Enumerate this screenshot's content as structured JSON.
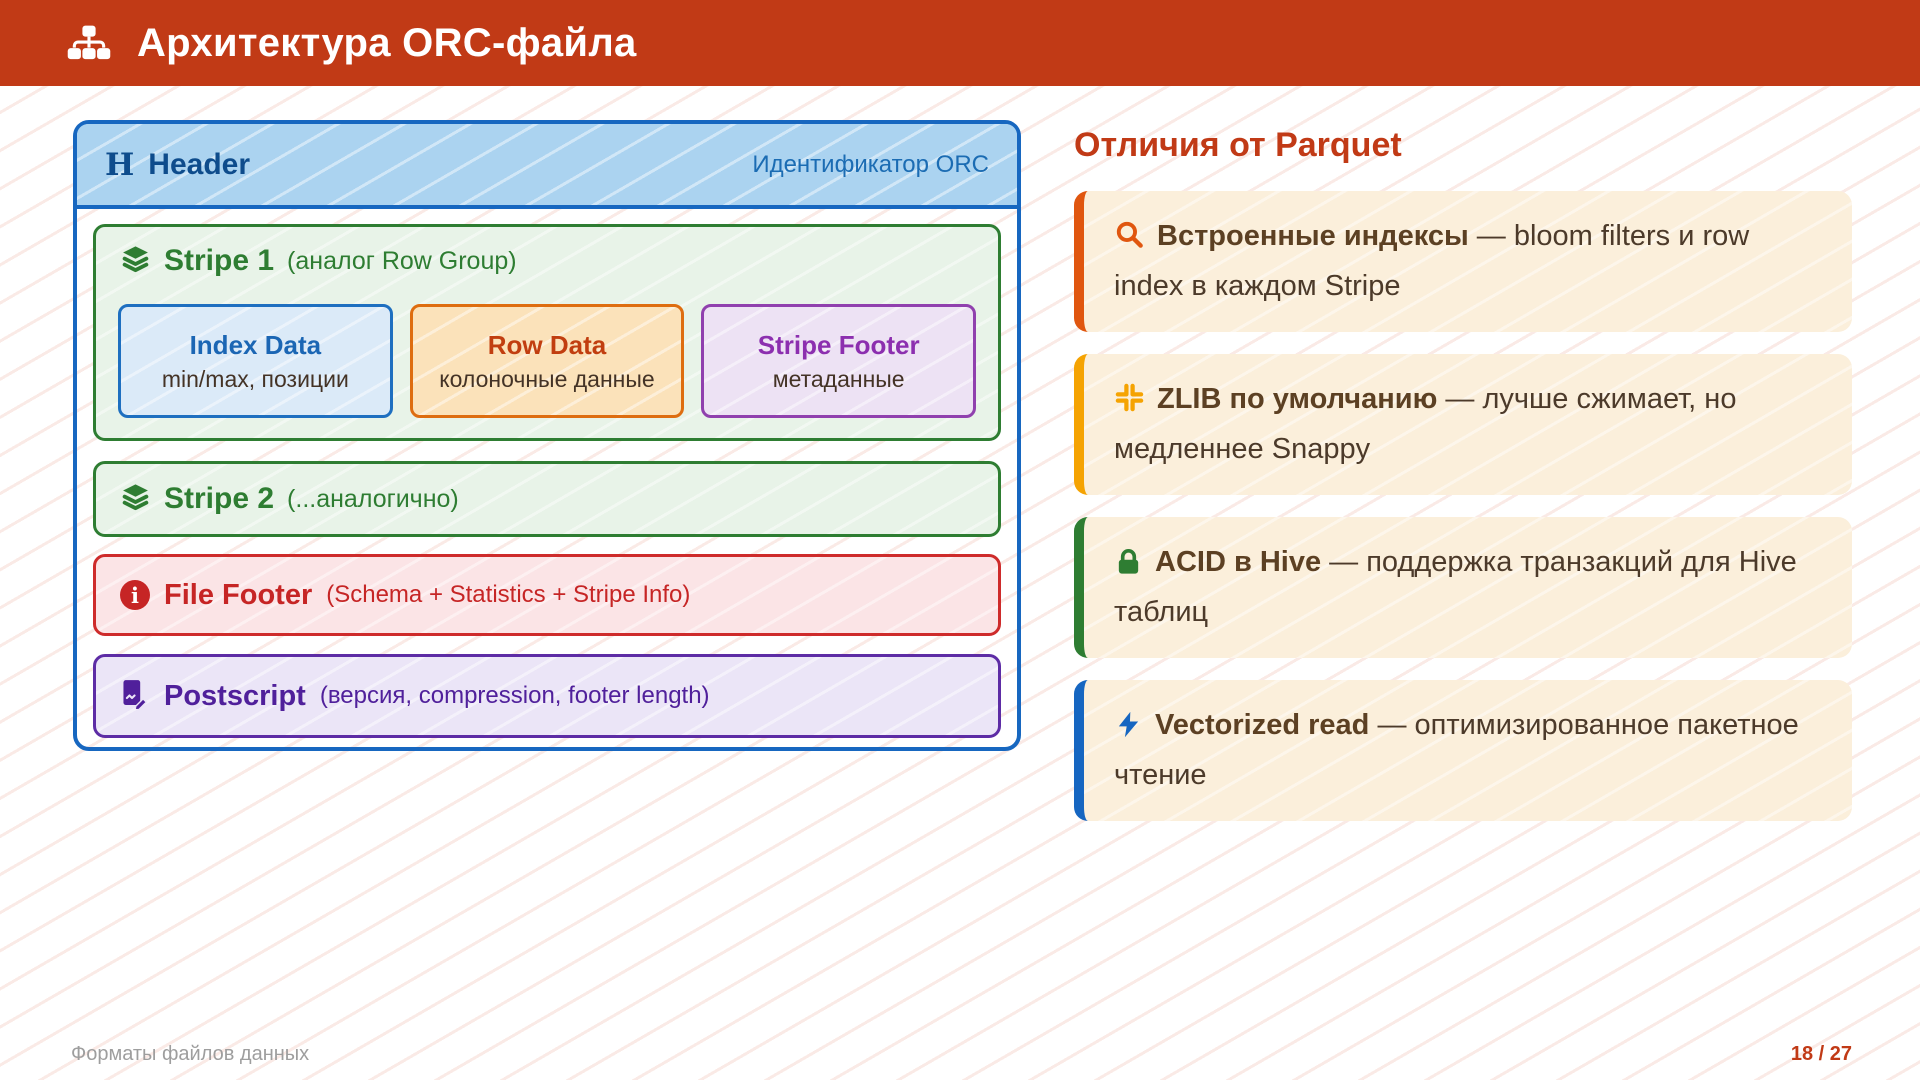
{
  "slide": {
    "title": "Архитектура ORC-файла",
    "footer": "Форматы файлов данных",
    "page": "18 / 27"
  },
  "colors": {
    "topbar": "#C13A16",
    "header_blue": "#1767C0",
    "green": "#2E7D32",
    "orange": "#DE6D10",
    "purple": "#8C2FAF",
    "red": "#C62525",
    "deep_purple": "#50209B",
    "card_bg": "#FBEFDB",
    "card_accents": [
      "#E0560F",
      "#F5A302",
      "#2E7D32",
      "#1666C1"
    ]
  },
  "diagram": {
    "header": {
      "icon_letter": "H",
      "title": "Header",
      "badge": "Идентификатор ORC"
    },
    "stripe1": {
      "title": "Stripe 1",
      "note": "(аналог Row Group)",
      "children": [
        {
          "title": "Index Data",
          "subtitle": "min/max, позиции"
        },
        {
          "title": "Row Data",
          "subtitle": "колоночные данные"
        },
        {
          "title": "Stripe Footer",
          "subtitle": "метаданные"
        }
      ]
    },
    "stripe2": {
      "title": "Stripe 2",
      "note": "(...аналогично)"
    },
    "file_footer": {
      "title": "File Footer",
      "note": "(Schema + Statistics + Stripe Info)"
    },
    "postscript": {
      "title": "Postscript",
      "note": "(версия, compression, footer length)"
    }
  },
  "comparison": {
    "heading": "Отличия от Parquet",
    "cards": [
      {
        "icon": "search-icon",
        "term": "Встроенные индексы",
        "desc": "— bloom filters и row index в каждом Stripe"
      },
      {
        "icon": "compress-icon",
        "term": "ZLIB по умолчанию",
        "desc": "— лучше сжимает, но медленнее Snappy"
      },
      {
        "icon": "lock-icon",
        "term": "ACID в Hive",
        "desc": "— поддержка транзакций для Hive таблиц"
      },
      {
        "icon": "bolt-icon",
        "term": "Vectorized read",
        "desc": "— оптимизированное пакетное чтение"
      }
    ]
  }
}
